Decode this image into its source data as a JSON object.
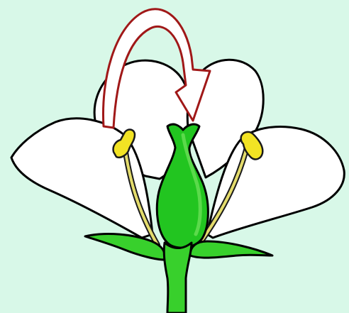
{
  "diagram": {
    "colors": {
      "background": "#d8f8e8",
      "petal_fill": "#ffffff",
      "outline": "#000000",
      "pistil_green": "#22c520",
      "pistil_light": "#6fe05a",
      "receptacle_green": "#38d02c",
      "anther_yellow": "#f2e324",
      "filament_yellow": "#e4dc6c",
      "arrow_fill": "#ffffff",
      "arrow_outline": "#a01818"
    },
    "parts": {
      "left_petal": "petal",
      "right_petal": "petal",
      "left_stamen": "stamen",
      "right_stamen": "stamen",
      "pistil": "pistil",
      "sepals": "sepal",
      "receptacle": "receptacle",
      "pollination_arrow": "arrow"
    }
  }
}
